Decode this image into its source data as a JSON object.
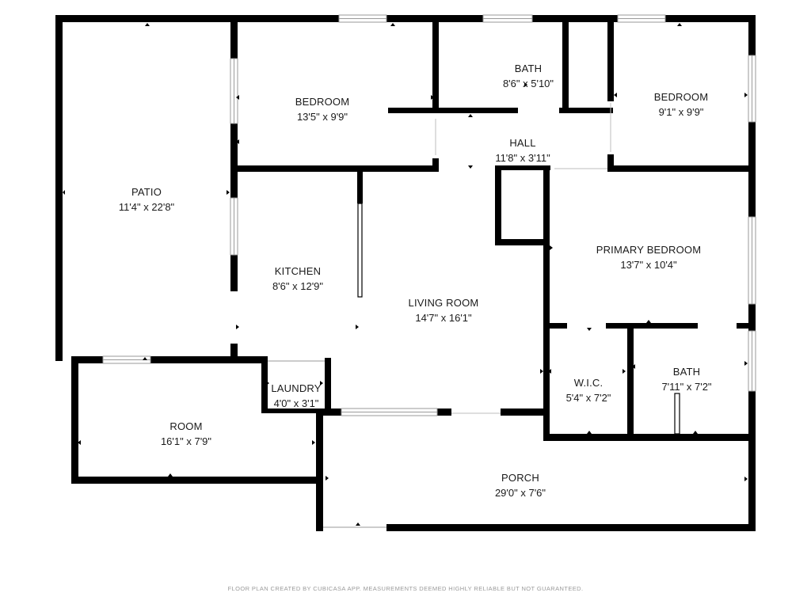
{
  "colors": {
    "wall": "#000000",
    "window": "#9a9a9a",
    "text": "#1a1a1a",
    "footer": "#9a9a9a"
  },
  "rooms": {
    "patio": {
      "name": "PATIO",
      "dim": "11'4\" x 22'8\""
    },
    "bedroom_1": {
      "name": "BEDROOM",
      "dim": "13'5\" x 9'9\""
    },
    "bath_1": {
      "name": "BATH",
      "dim": "8'6\" x 5'10\""
    },
    "bedroom_2": {
      "name": "BEDROOM",
      "dim": "9'1\" x 9'9\""
    },
    "hall": {
      "name": "HALL",
      "dim": "11'8\" x 3'11\""
    },
    "kitchen": {
      "name": "KITCHEN",
      "dim": "8'6\" x 12'9\""
    },
    "living_room": {
      "name": "LIVING ROOM",
      "dim": "14'7\" x 16'1\""
    },
    "primary_bedroom": {
      "name": "PRIMARY BEDROOM",
      "dim": "13'7\" x 10'4\""
    },
    "laundry": {
      "name": "LAUNDRY",
      "dim": "4'0\" x 3'1\""
    },
    "wic": {
      "name": "W.I.C.",
      "dim": "5'4\" x 7'2\""
    },
    "bath_2": {
      "name": "BATH",
      "dim": "7'11\" x 7'2\""
    },
    "room": {
      "name": "ROOM",
      "dim": "16'1\" x 7'9\""
    },
    "porch": {
      "name": "PORCH",
      "dim": "29'0\" x 7'6\""
    }
  },
  "footer": "FLOOR PLAN CREATED BY CUBICASA APP. MEASUREMENTS DEEMED HIGHLY RELIABLE BUT NOT GUARANTEED."
}
